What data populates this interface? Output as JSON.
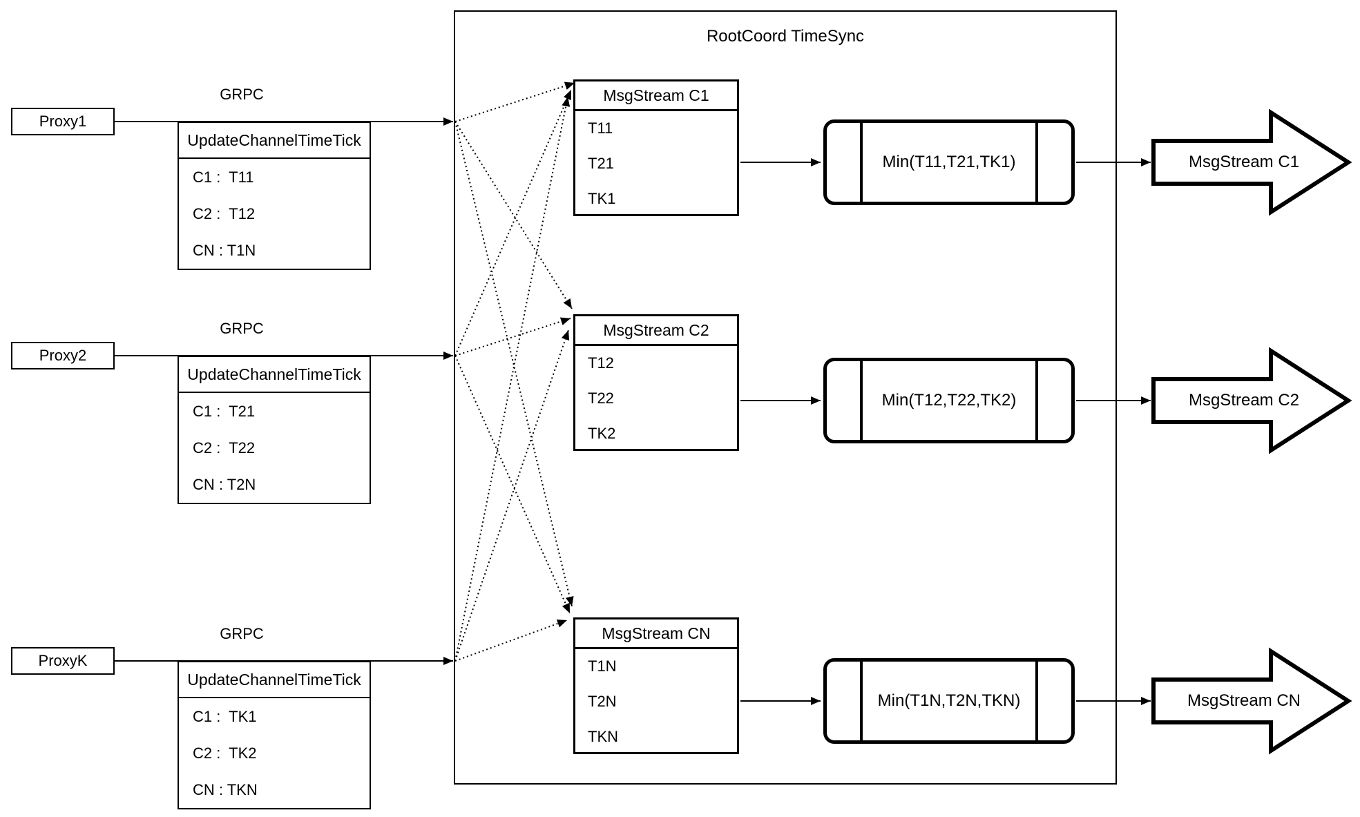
{
  "diagram_title": "RootCoord TimeSync",
  "colors": {
    "line": "#000000",
    "background": "#ffffff",
    "fill": "#ffffff"
  },
  "proxies": [
    {
      "name": "Proxy1",
      "protocol": "GRPC",
      "table": {
        "header": "UpdateChannelTimeTick",
        "rows": [
          "C1 :  T11",
          "C2 :  T12",
          "CN : T1N"
        ]
      }
    },
    {
      "name": "Proxy2",
      "protocol": "GRPC",
      "table": {
        "header": "UpdateChannelTimeTick",
        "rows": [
          "C1 :  T21",
          "C2 :  T22",
          "CN : T2N"
        ]
      }
    },
    {
      "name": "ProxyK",
      "protocol": "GRPC",
      "table": {
        "header": "UpdateChannelTimeTick",
        "rows": [
          "C1 :  TK1",
          "C2 :  TK2",
          "CN : TKN"
        ]
      }
    }
  ],
  "streams": [
    {
      "header": "MsgStream C1",
      "values": [
        "T11",
        "T21",
        "TK1"
      ],
      "min_label": "Min(T11,T21,TK1)",
      "output_label": "MsgStream C1"
    },
    {
      "header": "MsgStream C2",
      "values": [
        "T12",
        "T22",
        "TK2"
      ],
      "min_label": "Min(T12,T22,TK2)",
      "output_label": "MsgStream C2"
    },
    {
      "header": "MsgStream CN",
      "values": [
        "T1N",
        "T2N",
        "TKN"
      ],
      "min_label": "Min(T1N,T2N,TKN)",
      "output_label": "MsgStream CN"
    }
  ]
}
